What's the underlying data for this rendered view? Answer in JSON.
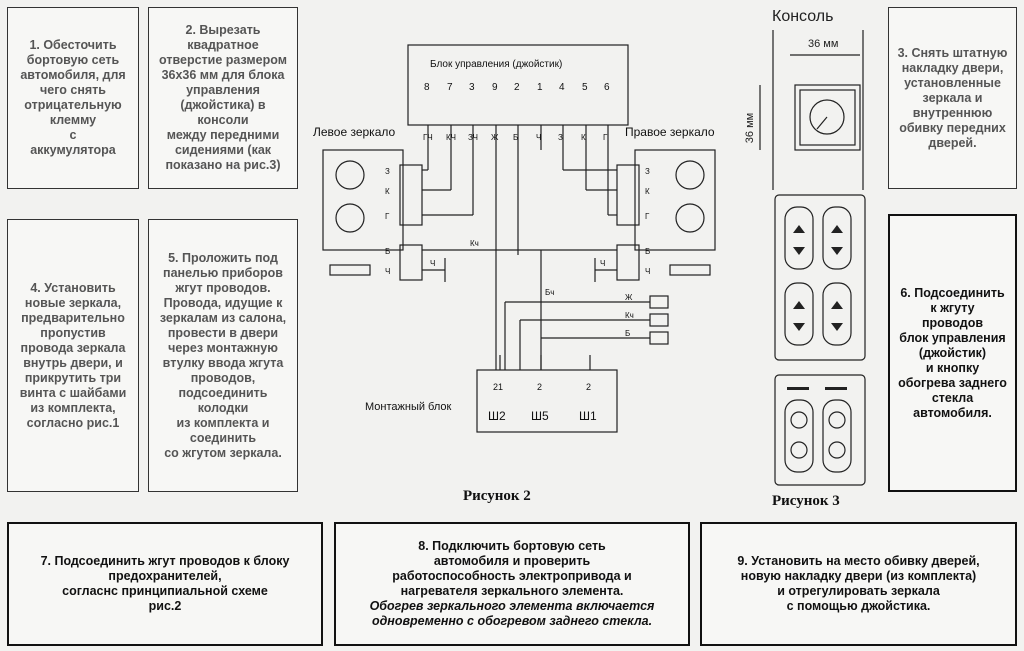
{
  "steps": {
    "s1": "1. Обесточить\nбортовую сеть\nавтомобиля, для\nчего снять\nотрицательную\nклемму\nс\nаккумулятора",
    "s2": "2. Вырезать\nквадратное\nотверстие размером\n36х36 мм для блока\nуправления\n(джойстика) в\nконсоли\nмежду передними\nсидениями (как\nпоказано на рис.3)",
    "s3": "3. Снять штатную\nнакладку двери,\nустановленные\nзеркала и\nвнутреннюю\nобивку передних\nдверей.",
    "s4": "4. Установить\nновые зеркала,\nпредварительно\nпропустив\nпровода зеркала\nвнутрь двери, и\nприкрутить три\nвинта с шайбами\nиз комплекта,\nсогласно рис.1",
    "s5": "5. Проложить под\nпанелью приборов\nжгут проводов.\nПровода, идущие к\nзеркалам из салона,\nпровести в двери\nчерез монтажную\nвтулку ввода жгута\nпроводов,\nподсоединить\nколодки\nиз комплекта и\nсоединить\nсо жгутом зеркала.",
    "s6": "6. Подсоединить\nк жгуту\nпроводов\nблок управления\n(джойстик)\nи кнопку\nобогрева заднего\nстекла\nавтомобиля.",
    "s7": "7. Подсоединить жгут проводов к блоку\nпредохранителей,\nсогласнс принципиальной схеме\nрис.2",
    "s8_main": "8. Подключить бортовую сеть\nавтомобиля и проверить\nработоспособность электропривода и\nнагревателя зеркального элемента.",
    "s8_note": "Обогрев зеркального элемента включается\nодновременно с обогревом заднего стекла.",
    "s9": "9. Установить на место обивку дверей,\nновую накладку двери (из комплекта)\nи отрегулировать зеркала\nс помощью джойстика."
  },
  "diagram": {
    "joystick_label": "Блок управления (джойстик)",
    "pins": [
      "8",
      "7",
      "3",
      "9",
      "2",
      "1",
      "4",
      "5",
      "6"
    ],
    "wire_codes": [
      "ГЧ",
      "КЧ",
      "ЗЧ",
      "Ж",
      "Б",
      "Ч",
      "З",
      "К",
      "Г"
    ],
    "left_mirror": "Левое зеркало",
    "right_mirror": "Правое зеркало",
    "left_conn": [
      "З",
      "К",
      "Г",
      "Б",
      "Ч"
    ],
    "right_conn": [
      "З",
      "К",
      "Г",
      "Б",
      "Ч"
    ],
    "mid_wire": "Кч",
    "left_ground": "Ч",
    "right_ground": "Ч",
    "vert_wire": "Бч",
    "right_feed": [
      "Ж",
      "Кч",
      "Б"
    ],
    "mount_block": "Монтажный блок",
    "mount_pins": [
      "21",
      "2",
      "2"
    ],
    "mount_slots": [
      "Ш2",
      "Ш5",
      "Ш1"
    ],
    "caption": "Рисунок 2"
  },
  "console": {
    "title": "Консоль",
    "dim_h": "36 мм",
    "dim_v": "36 мм",
    "caption": "Рисунок 3"
  }
}
